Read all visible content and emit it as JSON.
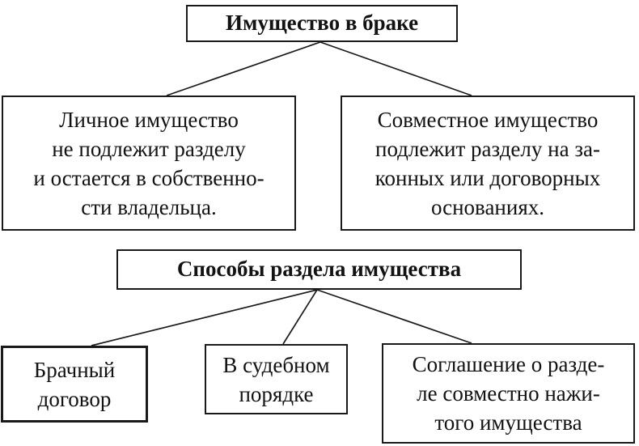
{
  "diagram": {
    "kind": "flowchart",
    "language": "ru",
    "colors": {
      "background": "#ffffff",
      "border": "#1a1a1a",
      "text": "#121212",
      "connector": "#1a1a1a"
    },
    "nodes": {
      "root": {
        "label": "Имущество в браке",
        "style": "header"
      },
      "personal": {
        "label": "Личное имущество\nне подлежит разделу\nи остается в собственно-\nсти владельца."
      },
      "joint": {
        "label": "Совместное имущество\nподлежит разделу на за-\nконных или договорных\nоснованиях."
      },
      "methods": {
        "label": "Способы раздела имущества",
        "style": "header"
      },
      "contract": {
        "label": "Брачный\nдоговор"
      },
      "court": {
        "label": "В судебном\nпорядке"
      },
      "agreement": {
        "label": "Соглашение о разде-\nле совместно нажи-\nтого имущества"
      }
    },
    "edges": [
      {
        "from": "root",
        "to": "personal"
      },
      {
        "from": "root",
        "to": "joint"
      },
      {
        "from": "methods",
        "to": "contract"
      },
      {
        "from": "methods",
        "to": "court"
      },
      {
        "from": "methods",
        "to": "agreement"
      }
    ]
  }
}
